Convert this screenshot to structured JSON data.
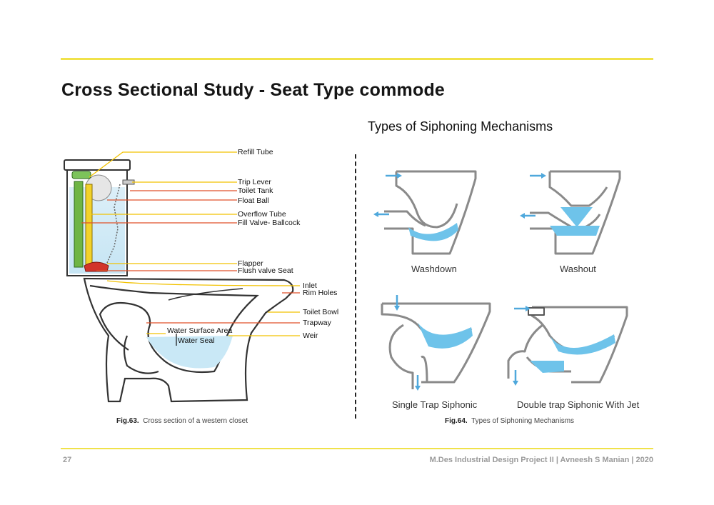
{
  "page": {
    "title": "Cross Sectional Study - Seat Type commode",
    "subtitle": "Types of Siphoning Mechanisms",
    "page_number": "27",
    "footer_credit": "M.Des Industrial Design Project II | Avneesh S Manian | 2020"
  },
  "figure63": {
    "caption_number": "Fig.63.",
    "caption_text": "Cross section of a western closet",
    "labels": {
      "refill_tube": "Refill Tube",
      "trip_lever": "Trip Lever",
      "toilet_tank": "Toilet Tank",
      "float_ball": "Float Ball",
      "overflow_tube": "Overflow Tube",
      "fill_valve": "Fill Valve- Ballcock",
      "flapper": "Flapper",
      "flush_valve_seat": "Flush valve Seat",
      "inlet": "Inlet",
      "rim_holes": "Rim Holes",
      "toilet_bowl": "Toilet Bowl",
      "trapway": "Trapway",
      "weir": "Weir",
      "water_surface_area": "Water Surface Area",
      "water_seal": "Water Seal"
    }
  },
  "figure64": {
    "caption_number": "Fig.64.",
    "caption_text": "Types of Siphoning Mechanisms",
    "mechanisms": {
      "washdown": "Washdown",
      "washout": "Washout",
      "single_trap": "Single Trap Siphonic",
      "double_trap": "Double trap Siphonic With Jet"
    }
  },
  "colors": {
    "accent_rule": "#f0e24a",
    "water": "#6ec3ea",
    "arrow": "#4fa8dc",
    "leader_yellow": "#f2c200",
    "leader_red": "#e0522a"
  }
}
